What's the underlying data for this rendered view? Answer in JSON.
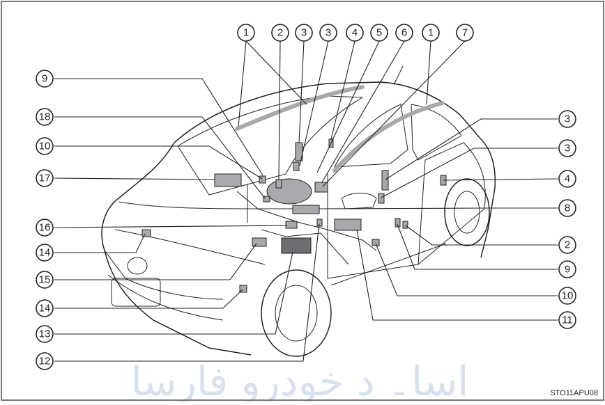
{
  "figure_code": "STO11APU08",
  "watermark": "اسا۔ د خودرو فارسا",
  "callouts": [
    {
      "number": "1"
    },
    {
      "number": "2"
    },
    {
      "number": "3"
    },
    {
      "number": "3"
    },
    {
      "number": "4"
    },
    {
      "number": "5"
    },
    {
      "number": "6"
    },
    {
      "number": "1"
    },
    {
      "number": "7"
    },
    {
      "number": "9"
    },
    {
      "number": "18"
    },
    {
      "number": "10"
    },
    {
      "number": "17"
    },
    {
      "number": "16"
    },
    {
      "number": "14"
    },
    {
      "number": "15"
    },
    {
      "number": "14"
    },
    {
      "number": "13"
    },
    {
      "number": "12"
    },
    {
      "number": "3"
    },
    {
      "number": "3"
    },
    {
      "number": "4"
    },
    {
      "number": "8"
    },
    {
      "number": "2"
    },
    {
      "number": "9"
    },
    {
      "number": "10"
    },
    {
      "number": "11"
    }
  ]
}
